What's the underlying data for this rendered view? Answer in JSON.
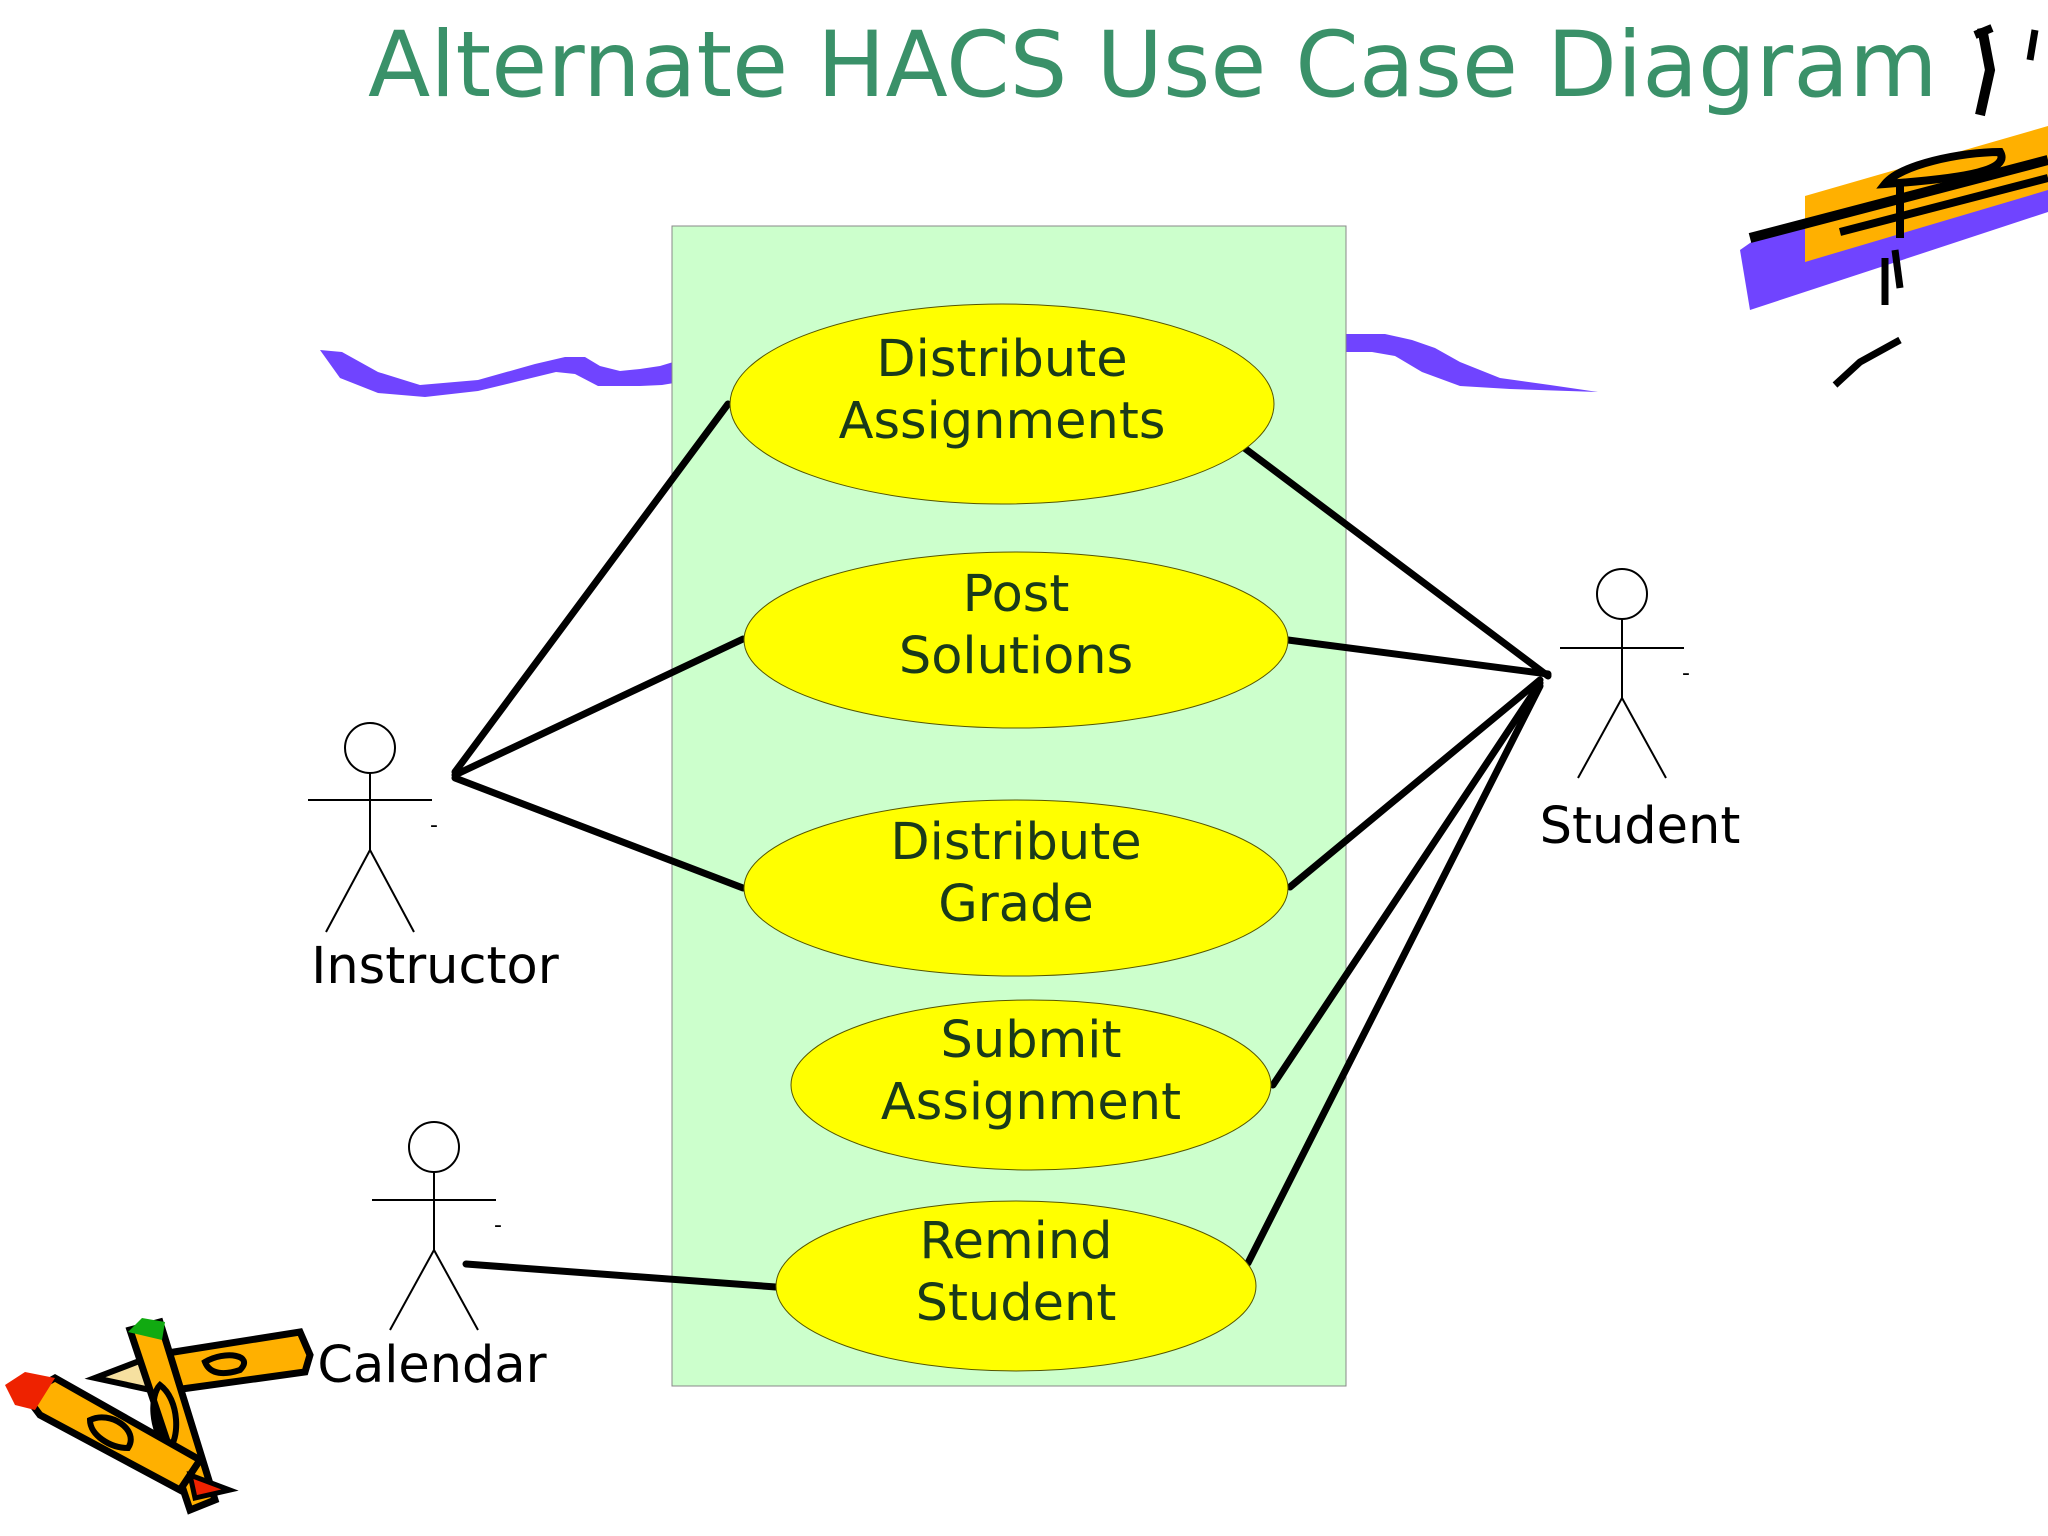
{
  "title": "Alternate HACS Use Case Diagram",
  "colors": {
    "title": "#3a9169",
    "system_fill": "#ccffcc",
    "system_stroke": "#888888",
    "usecase_fill": "#ffff00",
    "usecase_stroke": "#555500",
    "usecase_text": "#1a3a1a",
    "association": "#000000",
    "actor_text": "#000000",
    "decor_purple": "#7044ff",
    "decor_orange": "#ffb000",
    "decor_red": "#ee2200",
    "decor_green": "#11aa11"
  },
  "use_cases": [
    {
      "id": "distribute-assignments",
      "lines": [
        "Distribute",
        "Assignments"
      ]
    },
    {
      "id": "post-solutions",
      "lines": [
        "Post",
        "Solutions"
      ]
    },
    {
      "id": "distribute-grade",
      "lines": [
        "Distribute",
        "Grade"
      ]
    },
    {
      "id": "submit-assignment",
      "lines": [
        "Submit",
        "Assignment"
      ]
    },
    {
      "id": "remind-student",
      "lines": [
        "Remind",
        "Student"
      ]
    }
  ],
  "actors": [
    {
      "id": "instructor",
      "label": "Instructor",
      "marker": "-"
    },
    {
      "id": "student",
      "label": "Student",
      "marker": "-"
    },
    {
      "id": "calendar",
      "label": "Calendar",
      "marker": "-"
    }
  ],
  "associations": [
    {
      "actor": "instructor",
      "use_case": "distribute-assignments"
    },
    {
      "actor": "instructor",
      "use_case": "post-solutions"
    },
    {
      "actor": "instructor",
      "use_case": "distribute-grade"
    },
    {
      "actor": "student",
      "use_case": "distribute-assignments"
    },
    {
      "actor": "student",
      "use_case": "post-solutions"
    },
    {
      "actor": "student",
      "use_case": "distribute-grade"
    },
    {
      "actor": "student",
      "use_case": "submit-assignment"
    },
    {
      "actor": "student",
      "use_case": "remind-student"
    },
    {
      "actor": "calendar",
      "use_case": "remind-student"
    }
  ]
}
